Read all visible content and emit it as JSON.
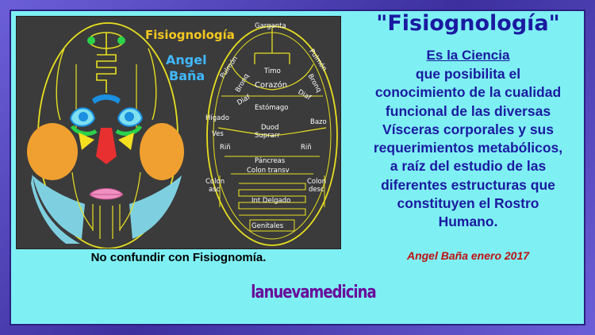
{
  "illustration": {
    "heading": "Fisiognología",
    "author_first": "Angel",
    "author_last": "Baña",
    "organ_labels": {
      "garganta": "Garganta",
      "pulmon_left": "Pulmón",
      "pulmon_right": "Pulmón",
      "bronq_left": "Bronq",
      "bronq_right": "Bronq",
      "timo": "Timo",
      "corazon": "Corazón",
      "diaf_left": "Diaf",
      "diaf_right": "Diaf",
      "estomago": "Estómago",
      "higado": "Hígado",
      "bazo": "Bazo",
      "ves": "Ves",
      "duod": "Duod",
      "suprarr": "Suprarr",
      "rin_left": "Riñ",
      "rin_right": "Riñ",
      "pancreas": "Páncreas",
      "colon_transv": "Colon transv",
      "colon_asc_1": "Colon",
      "colon_asc_2": "asc",
      "colon_desc_1": "Colon",
      "colon_desc_2": "desc",
      "int_delgado": "Int Delgado",
      "genitales": "Genitales"
    }
  },
  "caption": "No confundir con Fisiognomía.",
  "title": "\"Fisiognología\"",
  "subtitle": "Es la Ciencia",
  "body_lines": [
    "que posibilita el",
    "conocimiento de la cualidad",
    "funcional de las diversas",
    "Vísceras corporales y sus",
    "requerimientos metabólicos,",
    "a raíz del estudio de las",
    "diferentes estructuras que",
    "constituyen el Rostro",
    "Humano."
  ],
  "signature": "Angel Baña enero 2017",
  "brand": "lanuevamedicina",
  "colors": {
    "background": "#7ef0f4",
    "frame": "#4a3fa8",
    "title_blue": "#1a1aa0",
    "signature_red": "#c01010",
    "brand_purple": "#6a0a9a",
    "illustration_bg": "#3b3b3b",
    "outline_yellow": "#e8e020"
  }
}
